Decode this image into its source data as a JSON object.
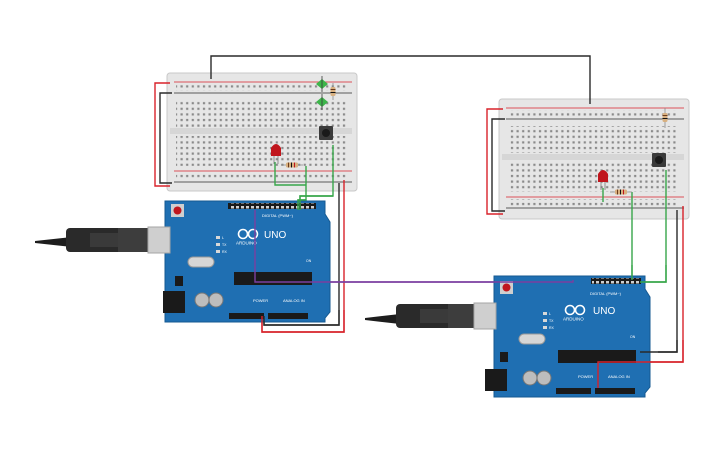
{
  "boards": [
    {
      "id": "board-left",
      "brand": "UNO",
      "maker": "ARDUINO",
      "header_digital": "DIGITAL (PWM~)",
      "header_power": "POWER",
      "header_analog": "ANALOG IN",
      "tx_label": "TX",
      "rx_label": "RX",
      "l_label": "L",
      "on_label": "ON"
    },
    {
      "id": "board-right",
      "brand": "UNO",
      "maker": "ARDUINO",
      "header_digital": "DIGITAL (PWM~)",
      "header_power": "POWER",
      "header_analog": "ANALOG IN",
      "tx_label": "TX",
      "rx_label": "RX",
      "l_label": "L",
      "on_label": "ON"
    }
  ],
  "colors": {
    "background": "#ffffff",
    "breadboard": "#e6e6e6",
    "breadboard_rail": "#efefef",
    "board_blue": "#1f6fb2",
    "wire_red": "#d8222a",
    "wire_black": "#2a2a2a",
    "wire_green": "#37a64a",
    "wire_purple": "#7b3fa0",
    "wire_blue": "#2a7bd6",
    "wire_pink": "#d14fa3",
    "led_red": "#c0161d",
    "diode_green": "#3db54a",
    "usb_gray": "#cfcfcf",
    "cable_black": "#1d1d1d"
  },
  "icons": [
    "usb-cable-icon",
    "led-icon",
    "resistor-icon",
    "push-button-icon",
    "diode-icon",
    "infinity-logo-icon"
  ]
}
